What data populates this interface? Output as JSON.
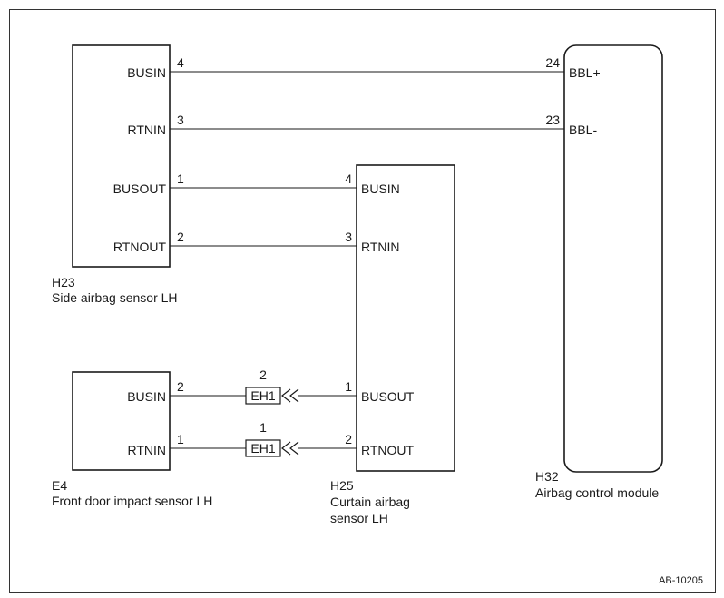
{
  "modules": {
    "h23": {
      "code": "H23",
      "name": "Side airbag sensor LH",
      "pins": {
        "busin": "BUSIN",
        "rtnin": "RTNIN",
        "busout": "BUSOUT",
        "rtnout": "RTNOUT"
      }
    },
    "h25": {
      "code": "H25",
      "name_line1": "Curtain airbag",
      "name_line2": "sensor LH",
      "pins": {
        "busin": "BUSIN",
        "rtnin": "RTNIN",
        "busout": "BUSOUT",
        "rtnout": "RTNOUT"
      }
    },
    "h32": {
      "code": "H32",
      "name": "Airbag control module",
      "pins": {
        "bbl_plus": "BBL+",
        "bbl_minus": "BBL-"
      }
    },
    "e4": {
      "code": "E4",
      "name": "Front door impact sensor LH",
      "pins": {
        "busin": "BUSIN",
        "rtnin": "RTNIN"
      }
    }
  },
  "connectors": {
    "top": {
      "label": "EH1",
      "pin": "2"
    },
    "bottom": {
      "label": "EH1",
      "pin": "1"
    }
  },
  "pin_numbers": {
    "h23_busin": "4",
    "h32_bbl_plus": "24",
    "h23_rtnin": "3",
    "h32_bbl_minus": "23",
    "h23_busout": "1",
    "h25_busin": "4",
    "h23_rtnout": "2",
    "h25_rtnin": "3",
    "e4_busin": "2",
    "h25_busout": "1",
    "e4_rtnin": "1",
    "h25_rtnout": "2"
  },
  "figure_id": "AB-10205"
}
